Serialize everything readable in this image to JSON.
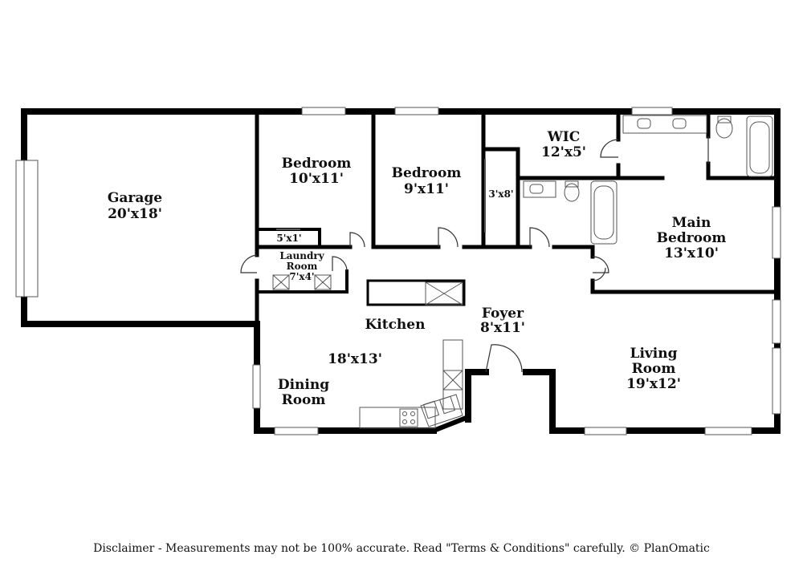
{
  "rooms": {
    "garage": {
      "name": "Garage",
      "size": "20'x18'"
    },
    "bedroom1": {
      "name": "Bedroom",
      "size": "10'x11'"
    },
    "bedroom2": {
      "name": "Bedroom",
      "size": "9'x11'"
    },
    "wic": {
      "name": "WIC",
      "size": "12'x5'"
    },
    "closet_3x8": {
      "size": "3'x8'"
    },
    "closet_5x1": {
      "size": "5'x1'"
    },
    "laundry": {
      "line1": "Laundry",
      "line2": "Room",
      "size": "7'x4'"
    },
    "main_bedroom": {
      "line1": "Main",
      "line2": "Bedroom",
      "size": "13'x10'"
    },
    "kitchen": {
      "name": "Kitchen",
      "size": "18'x13'"
    },
    "dining": {
      "line1": "Dining",
      "line2": "Room"
    },
    "foyer": {
      "name": "Foyer",
      "size": "8'x11'"
    },
    "living": {
      "line1": "Living",
      "line2": "Room",
      "size": "19'x12'"
    }
  },
  "disclaimer": "Disclaimer - Measurements may not be 100% accurate. Read \"Terms & Conditions\" carefully. © PlanOmatic"
}
